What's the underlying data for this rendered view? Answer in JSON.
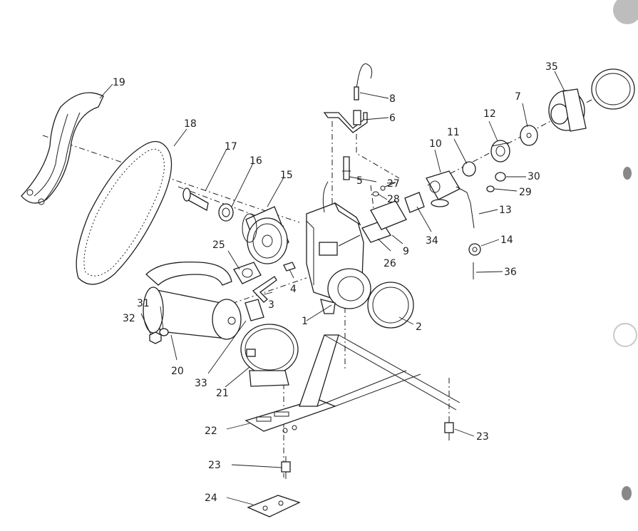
{
  "labels": {
    "p1": "1",
    "p2": "2",
    "p3": "3",
    "p4": "4",
    "p5": "5",
    "p6": "6",
    "p7": "7",
    "p8": "8",
    "p9": "9",
    "p10": "10",
    "p11": "11",
    "p12": "12",
    "p13": "13",
    "p14": "14",
    "p15": "15",
    "p16": "16",
    "p17": "17",
    "p18": "18",
    "p19": "19",
    "p20": "20",
    "p21": "21",
    "p22": "22",
    "p23a": "23",
    "p23b": "23",
    "p24": "24",
    "p25": "25",
    "p26": "26",
    "p27": "27",
    "p28": "28",
    "p29": "29",
    "p30": "30",
    "p31": "31",
    "p32": "32",
    "p33": "33",
    "p34": "34",
    "p35": "35",
    "p36": "36"
  }
}
